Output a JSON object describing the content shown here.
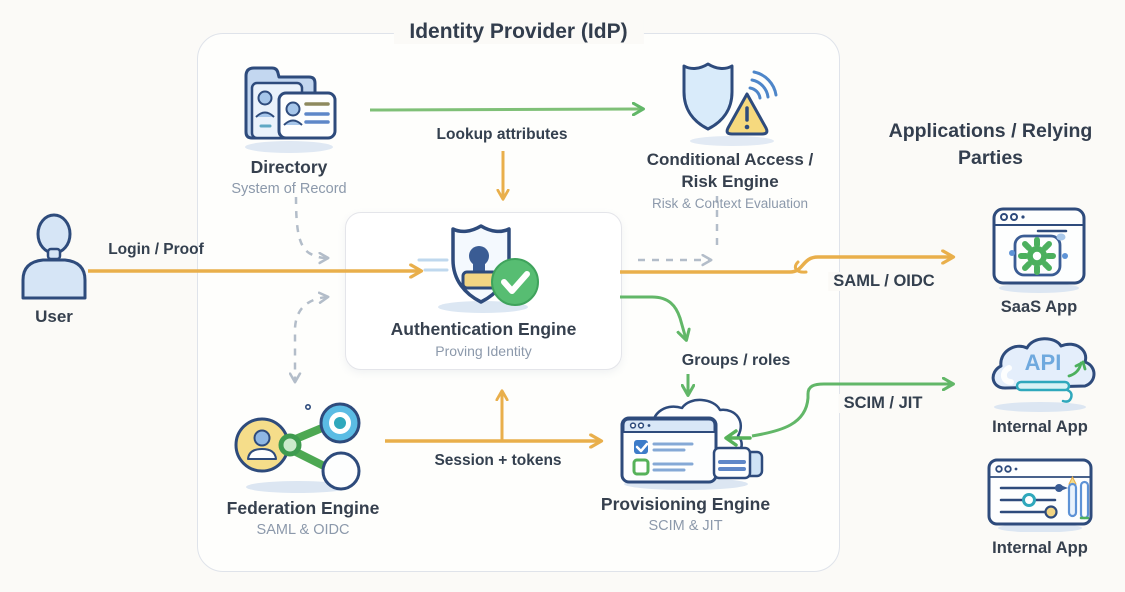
{
  "title": "Identity Provider (IdP)",
  "apps_heading": {
    "line1": "Applications / Relying",
    "line2": "Parties"
  },
  "user": {
    "label": "User"
  },
  "nodes": {
    "directory": {
      "label": "Directory",
      "sublabel": "System of Record"
    },
    "conditional_access": {
      "label1": "Conditional Access /",
      "label2": "Risk Engine",
      "sublabel": "Risk & Context Evaluation"
    },
    "authentication": {
      "label": "Authentication Engine",
      "sublabel": "Proving Identity"
    },
    "federation": {
      "label": "Federation Engine",
      "sublabel": "SAML & OIDC"
    },
    "provisioning": {
      "label": "Provisioning Engine",
      "sublabel": "SCIM & JIT"
    },
    "saas_app": {
      "label": "SaaS App"
    },
    "internal_app_api": {
      "label": "Internal App",
      "icon_text": "API"
    },
    "internal_app_2": {
      "label": "Internal App"
    }
  },
  "edges": {
    "login": "Login / Proof",
    "lookup": "Lookup attributes",
    "saml": "SAML / OIDC",
    "groups": "Groups / roles",
    "session": "Session + tokens",
    "scim": "SCIM / JIT"
  },
  "icons": {
    "user": "person-icon",
    "directory": "folder-id-cards-icon",
    "conditional_access": "shield-warning-signal-icon",
    "authentication": "shield-stamp-check-icon",
    "federation": "network-nodes-icon",
    "provisioning": "browser-cloud-sync-icon",
    "saas_app": "browser-gear-icon",
    "internal_app_api": "cloud-api-icon",
    "internal_app_2": "browser-sliders-icon"
  },
  "colors": {
    "accent_yellow": "#E9AF4B",
    "accent_green": "#62B768",
    "dashed_gray": "#B3BDC9",
    "outline_navy": "#2E4B7C",
    "text_dark": "#34404F",
    "text_muted": "#8C99AB",
    "background": "#FBFAF7"
  }
}
